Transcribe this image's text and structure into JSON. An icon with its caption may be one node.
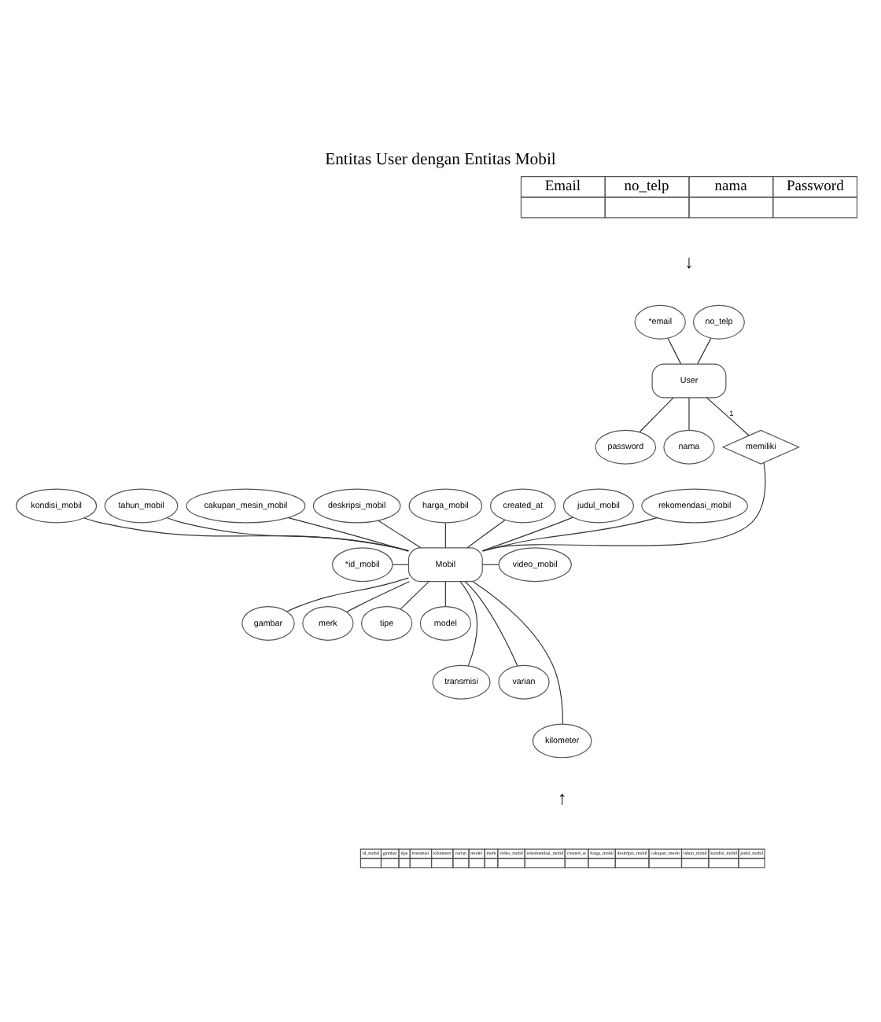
{
  "diagram": {
    "title": "Entitas User dengan Entitas Mobil",
    "nodes": [
      {
        "text": [
          "*email"
        ]
      },
      {
        "text": [
          "no_telp"
        ]
      },
      {
        "text": [
          "User"
        ]
      },
      {
        "text": [
          "password"
        ]
      },
      {
        "text": [
          "nama"
        ]
      },
      {
        "text": [
          "memiliki"
        ]
      },
      {
        "text": [
          "kondisi_mobil"
        ]
      },
      {
        "text": [
          "tahun_mobil"
        ]
      },
      {
        "text": [
          "cakupan_mesin_mobil"
        ]
      },
      {
        "text": [
          "deskripsi_mobil"
        ]
      },
      {
        "text": [
          "harga_mobil"
        ]
      },
      {
        "text": [
          "created_at"
        ]
      },
      {
        "text": [
          "judul_mobil"
        ]
      },
      {
        "text": [
          "rekomendasi_mobil"
        ]
      },
      {
        "text": [
          "*id_mobil"
        ]
      },
      {
        "text": [
          "Mobil"
        ]
      },
      {
        "text": [
          "video_mobil"
        ]
      },
      {
        "text": [
          "gambar"
        ]
      },
      {
        "text": [
          "merk"
        ]
      },
      {
        "text": [
          "tipe"
        ]
      },
      {
        "text": [
          "model"
        ]
      },
      {
        "text": [
          "transmisi"
        ]
      },
      {
        "text": [
          "varian"
        ]
      },
      {
        "text": [
          "kilometer"
        ]
      }
    ],
    "edges": [
      {
        "from": 0,
        "to": 2,
        "arrow": "none"
      },
      {
        "from": 1,
        "to": 2,
        "arrow": "none"
      },
      {
        "from": 2,
        "to": 3,
        "arrow": "none"
      },
      {
        "from": 2,
        "to": 4,
        "arrow": "none"
      },
      {
        "from": 2,
        "to": 5,
        "arrow": "none",
        "label": "1"
      },
      {
        "from": 5,
        "to": 15,
        "arrow": "none"
      },
      {
        "from": 6,
        "to": 15,
        "arrow": "none"
      },
      {
        "from": 7,
        "to": 15,
        "arrow": "none"
      },
      {
        "from": 8,
        "to": 15,
        "arrow": "none"
      },
      {
        "from": 9,
        "to": 15,
        "arrow": "none"
      },
      {
        "from": 10,
        "to": 15,
        "arrow": "none"
      },
      {
        "from": 11,
        "to": 15,
        "arrow": "none"
      },
      {
        "from": 12,
        "to": 15,
        "arrow": "none"
      },
      {
        "from": 13,
        "to": 15,
        "arrow": "none"
      },
      {
        "from": 14,
        "to": 15,
        "arrow": "none"
      },
      {
        "from": 15,
        "to": 16,
        "arrow": "none"
      },
      {
        "from": 15,
        "to": 17,
        "arrow": "none"
      },
      {
        "from": 15,
        "to": 18,
        "arrow": "none"
      },
      {
        "from": 15,
        "to": 19,
        "arrow": "none"
      },
      {
        "from": 15,
        "to": 20,
        "arrow": "none"
      },
      {
        "from": 15,
        "to": 21,
        "arrow": "none"
      },
      {
        "from": 15,
        "to": 22,
        "arrow": "none"
      },
      {
        "from": 15,
        "to": 23,
        "arrow": "none"
      }
    ],
    "labels": [
      "Email",
      "no_telp",
      "nama",
      "Password",
      "↓",
      "↑",
      "id_mobil",
      "gambar",
      "tipe",
      "transmisi",
      "kilometer",
      "varian",
      "model",
      "merk",
      "video_mobil",
      "rekomendasi_mobil",
      "created_at",
      "harga_mobil",
      "deskripsi_mobil",
      "cakupan_mesin",
      "tahun_mobil",
      "kondisi_mobil",
      "judul_mobil"
    ]
  }
}
